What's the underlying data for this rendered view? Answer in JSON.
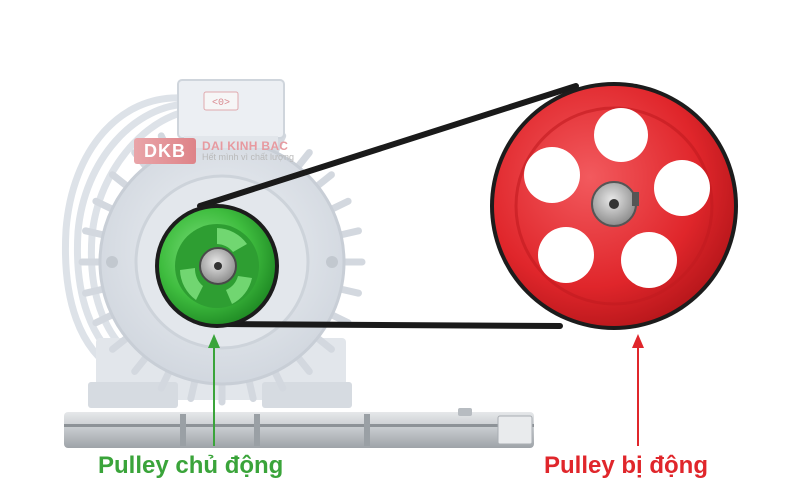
{
  "brand": {
    "logo_mark": "DKB",
    "name": "DAI KINH BAC",
    "slogan": "Hết mình vì chất lượng"
  },
  "motor": {
    "terminal_box_label": "<0>"
  },
  "labels": {
    "drive_pulley": "Pulley chủ động",
    "driven_pulley": "Pulley bị động"
  },
  "colors": {
    "drive_pulley": "#3fbd3f",
    "driven_pulley": "#e0262b",
    "belt": "#1a1a1a",
    "motor_body": "#d9dee5",
    "rail": "#c9cccf"
  }
}
